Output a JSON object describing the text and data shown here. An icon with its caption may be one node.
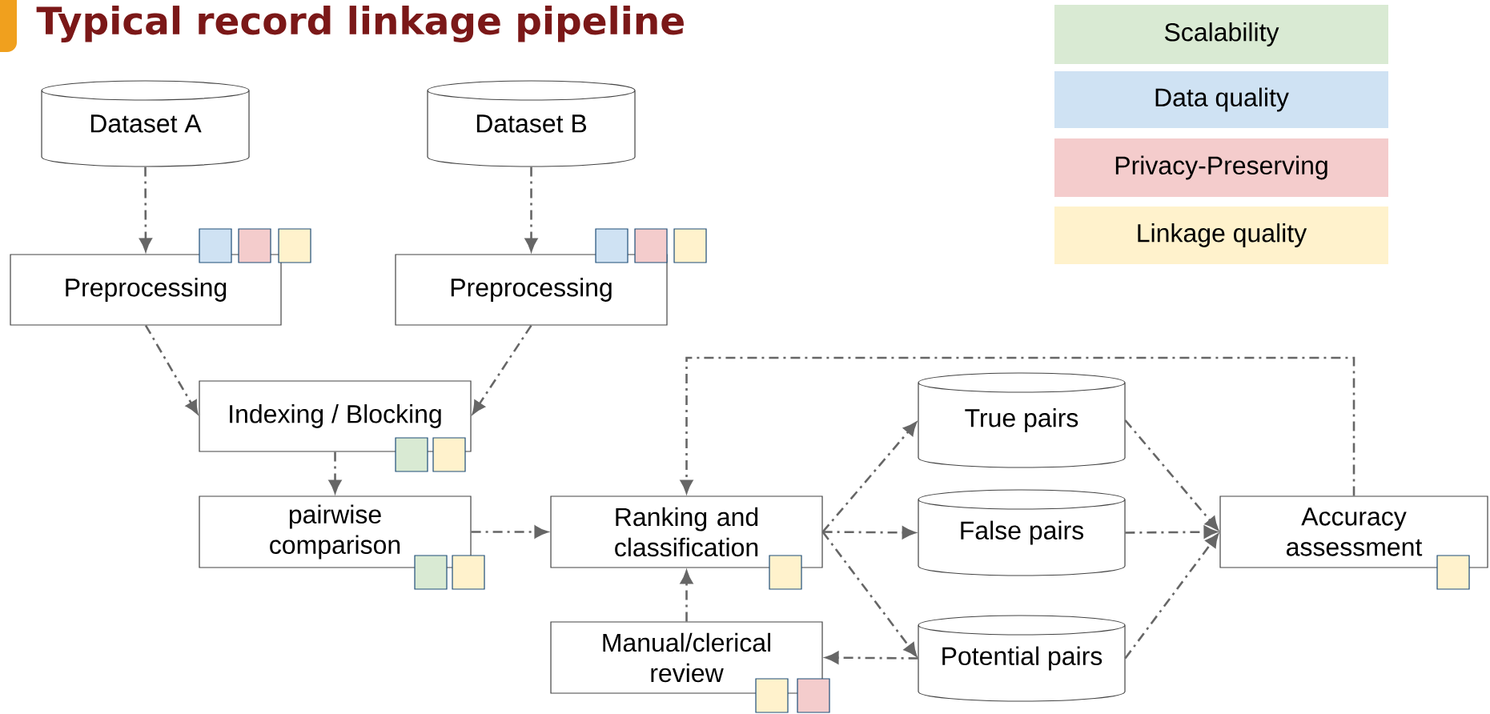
{
  "diagram": {
    "title": "Typical record linkage pipeline",
    "nodes": [
      {
        "text": [
          "Dataset A"
        ]
      },
      {
        "text": [
          "Dataset B"
        ]
      },
      {
        "text": [
          "Preprocessing"
        ]
      },
      {
        "text": [
          "Preprocessing"
        ]
      },
      {
        "text": [
          "Indexing / Blocking"
        ]
      },
      {
        "text": [
          "pairwise comparison"
        ]
      },
      {
        "text": [
          "Ranking and classification"
        ]
      },
      {
        "text": [
          "Manual/clerical review"
        ]
      },
      {
        "text": [
          "True pairs"
        ]
      },
      {
        "text": [
          "False pairs"
        ]
      },
      {
        "text": [
          "Potential pairs"
        ]
      },
      {
        "text": [
          "Accuracy assessment"
        ]
      }
    ],
    "edges": [
      {
        "from": 0,
        "to": 2,
        "arrow": "to"
      },
      {
        "from": 1,
        "to": 3,
        "arrow": "to"
      },
      {
        "from": 2,
        "to": 4,
        "arrow": "to"
      },
      {
        "from": 3,
        "to": 4,
        "arrow": "to"
      },
      {
        "from": 4,
        "to": 5,
        "arrow": "to"
      },
      {
        "from": 5,
        "to": 6,
        "arrow": "to"
      },
      {
        "from": 7,
        "to": 6,
        "arrow": "to"
      },
      {
        "from": 6,
        "to": 8,
        "arrow": "to"
      },
      {
        "from": 6,
        "to": 9,
        "arrow": "to"
      },
      {
        "from": 6,
        "to": 10,
        "arrow": "to"
      },
      {
        "from": 10,
        "to": 7,
        "arrow": "to"
      },
      {
        "from": 8,
        "to": 11,
        "arrow": "to"
      },
      {
        "from": 9,
        "to": 11,
        "arrow": "to"
      },
      {
        "from": 10,
        "to": 11,
        "arrow": "to"
      },
      {
        "from": 11,
        "to": 6,
        "arrow": "to"
      }
    ],
    "legend": [
      {
        "text": "Scalability",
        "color": "#d9ead3"
      },
      {
        "text": "Data quality",
        "color": "#cfe2f3"
      },
      {
        "text": "Privacy-Preserving",
        "color": "#f4cccc"
      },
      {
        "text": "Linkage quality",
        "color": "#fff2cc"
      }
    ]
  }
}
